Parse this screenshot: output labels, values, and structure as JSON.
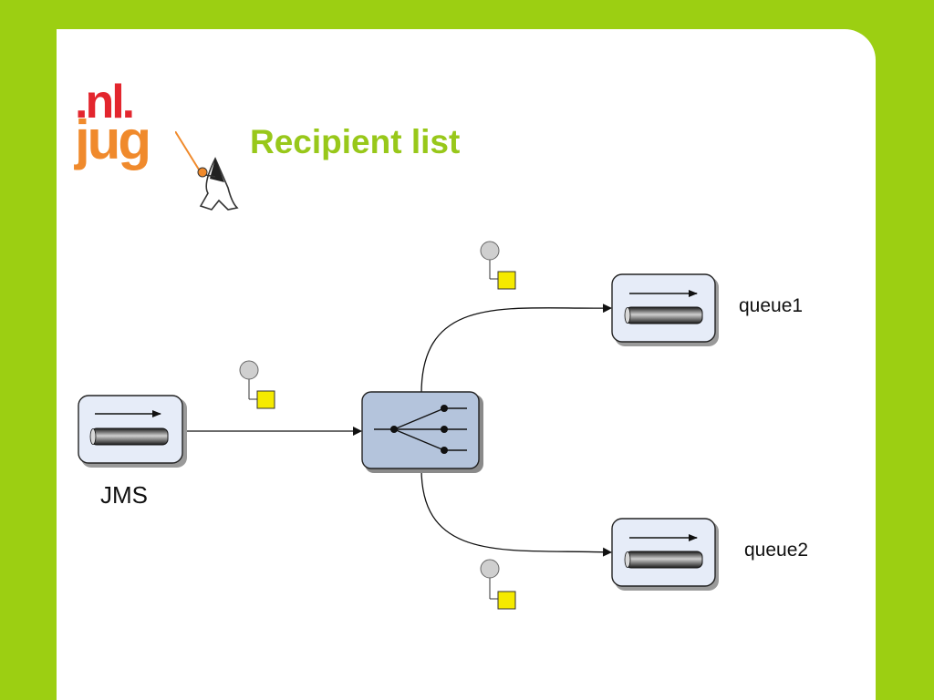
{
  "logo": {
    "line1": ".nl.",
    "line2": "jug"
  },
  "title": "Recipient list",
  "nodes": {
    "source_label": "JMS",
    "queue1_label": "queue1",
    "queue2_label": "queue2"
  },
  "colors": {
    "background": "#9ccf12",
    "title": "#98c81a",
    "endpoint_fill": "#e6ecf8",
    "router_fill": "#b4c4dc",
    "message_square": "#f5ea00"
  }
}
